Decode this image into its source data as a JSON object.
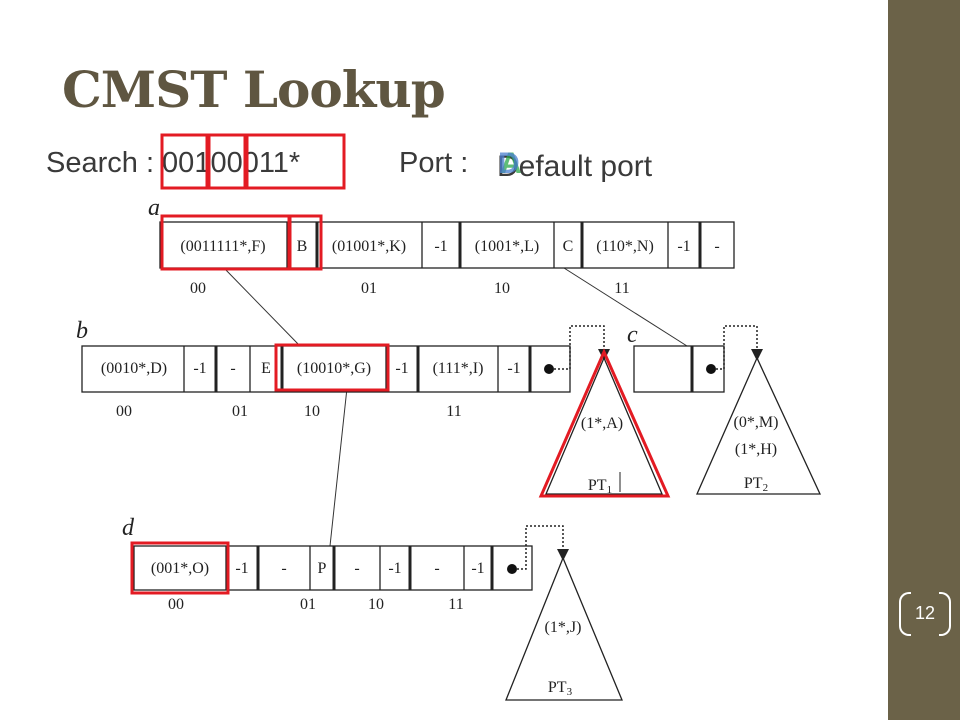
{
  "slide": {
    "title": "CMST Lookup",
    "search_text": "Search : 00100011*",
    "port_label": "Port :",
    "port_value": "Default port",
    "overlay_letter_1": "A",
    "overlay_letter_2": "D",
    "page_number": "12",
    "colors": {
      "sidebar": "#6b6248",
      "title": "#5f5641",
      "highlight": "#e31b23"
    }
  },
  "diagram": {
    "node_labels": {
      "a": "a",
      "b": "b",
      "c": "c",
      "d": "d"
    },
    "a_cells": [
      "(0011111*,F)",
      "B",
      "(01001*,K)",
      "-1",
      "(1001*,L)",
      "C",
      "(110*,N)",
      "-1",
      "-"
    ],
    "a_indices": [
      "00",
      "01",
      "10",
      "11"
    ],
    "b_cells": [
      "(0010*,D)",
      "-1",
      "-",
      "E",
      "(10010*,G)",
      "-1",
      "(111*,I)",
      "-1"
    ],
    "b_indices": [
      "00",
      "01",
      "10",
      "11"
    ],
    "d_cells": [
      "(001*,O)",
      "-1",
      "-",
      "P",
      "-",
      "-1",
      "-",
      "-1"
    ],
    "d_indices": [
      "00",
      "01",
      "10",
      "11"
    ],
    "pt1": {
      "entries": [
        "(1*,A)"
      ],
      "label": "PT1",
      "name": "PT",
      "sub": "1"
    },
    "pt2": {
      "entries": [
        "(0*,M)",
        "(1*,H)"
      ],
      "label": "PT2",
      "name": "PT",
      "sub": "2"
    },
    "pt3": {
      "entries": [
        "(1*,J)"
      ],
      "label": "PT3",
      "name": "PT",
      "sub": "3"
    }
  }
}
